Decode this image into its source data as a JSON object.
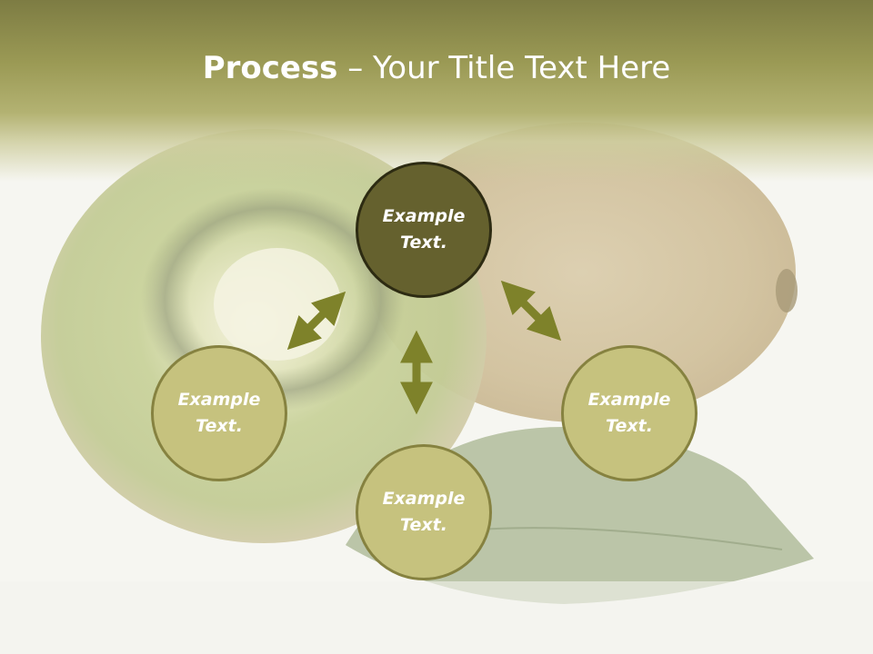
{
  "title": {
    "bold": "Process",
    "rest": " – Your Title Text Here"
  },
  "nodes": {
    "top": "Example Text.",
    "left": "Example Text.",
    "right": "Example Text.",
    "bottom": "Example Text."
  },
  "colors": {
    "header": "#8f8e4c",
    "main_node": "#65612e",
    "sub_node": "#c6c27e",
    "arrow": "#7e822a"
  },
  "icons": [
    "double-arrow-icon"
  ]
}
